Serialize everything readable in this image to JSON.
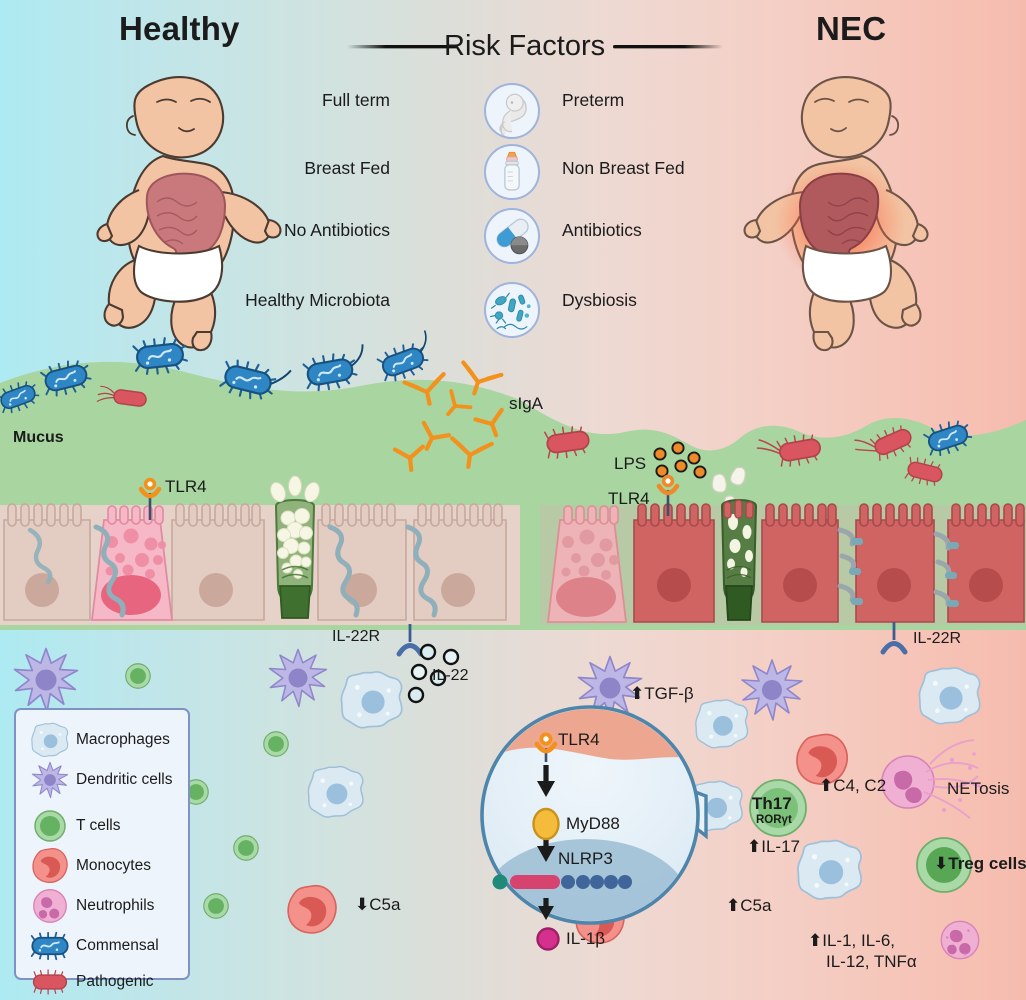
{
  "headers": {
    "left": "Healthy",
    "right": "NEC"
  },
  "risk_factors": {
    "title": "Risk Factors",
    "rows": [
      {
        "left": "Full term",
        "icon": "fetus-icon",
        "right": "Preterm"
      },
      {
        "left": "Breast Fed",
        "icon": "baby-bottle-icon",
        "right": "Non Breast Fed"
      },
      {
        "left": "No Antibiotics",
        "icon": "pill-capsule-icon",
        "right": "Antibiotics"
      },
      {
        "left": "Healthy Microbiota",
        "icon": "microbes-icon",
        "right": "Dysbiosis"
      }
    ]
  },
  "mucus_layer": {
    "label": "Mucus",
    "siga_label": "sIgA",
    "tlr4_left": "TLR4",
    "tlr4_right": "TLR4",
    "lps_label": "LPS"
  },
  "epithelium": {
    "il22r_left": "IL-22R",
    "il22_label": "IL-22",
    "il22r_right": "IL-22R"
  },
  "inflammasome": {
    "tlr4": "TLR4",
    "myd88": "MyD88",
    "nlrp3": "NLRP3",
    "il1b": "IL-1β"
  },
  "healthy_annotations": [
    {
      "name": "c5a",
      "arrow": "down",
      "text": "C5a"
    }
  ],
  "nec_annotations": [
    {
      "name": "tgf-beta",
      "arrow": "up",
      "text": "TGF-β"
    },
    {
      "name": "c4-c2",
      "arrow": "up",
      "text": "C4, C2"
    },
    {
      "name": "netosis",
      "arrow": "none",
      "text": "NETosis"
    },
    {
      "name": "il-17",
      "arrow": "up",
      "text": "IL-17"
    },
    {
      "name": "treg",
      "arrow": "down",
      "text": "Treg cells"
    },
    {
      "name": "c5a",
      "arrow": "up",
      "text": "C5a"
    },
    {
      "name": "cytokines-1",
      "arrow": "up",
      "text": "IL-1, IL-6,"
    },
    {
      "name": "cytokines-2",
      "arrow": "none",
      "text": "IL-12, TNFα"
    }
  ],
  "th17_cell": {
    "title": "Th17",
    "subtitle": "RORγt"
  },
  "legend": {
    "items": [
      {
        "label": "Macrophages",
        "icon": "macrophage-icon"
      },
      {
        "label": "Dendritic cells",
        "icon": "dendritic-cell-icon"
      },
      {
        "label": "T cells",
        "icon": "t-cell-icon"
      },
      {
        "label": "Monocytes",
        "icon": "monocyte-icon"
      },
      {
        "label": "Neutrophils",
        "icon": "neutrophil-icon"
      },
      {
        "label": "Commensal",
        "icon": "commensal-bacterium-icon"
      },
      {
        "label": "Pathogenic",
        "icon": "pathogenic-bacterium-icon"
      }
    ]
  },
  "colors": {
    "healthy_bg": "#aeeaf2",
    "nec_bg": "#f5bcae",
    "mucus": "#a8d5a0",
    "epithelium_healthy": "#e6d2c8",
    "epithelium_nec": "#cf6463",
    "goblet": "#4e7a3f",
    "paneth": "#f2a8b8",
    "commensal": "#2f86c5",
    "pathogenic": "#d9555f",
    "macrophage": "#dbe9f3",
    "dendritic": "#b6b0e0",
    "tcell": "#8cc98c",
    "monocyte": "#f0837d",
    "neutrophil": "#efaed2",
    "siga": "#f2921d",
    "lps": "#ef8a2b",
    "myd88": "#f5bc3c",
    "il1b": "#d6308f",
    "nlrp3_rod": "#d6436f",
    "receptor_blue": "#4a6fa8"
  }
}
